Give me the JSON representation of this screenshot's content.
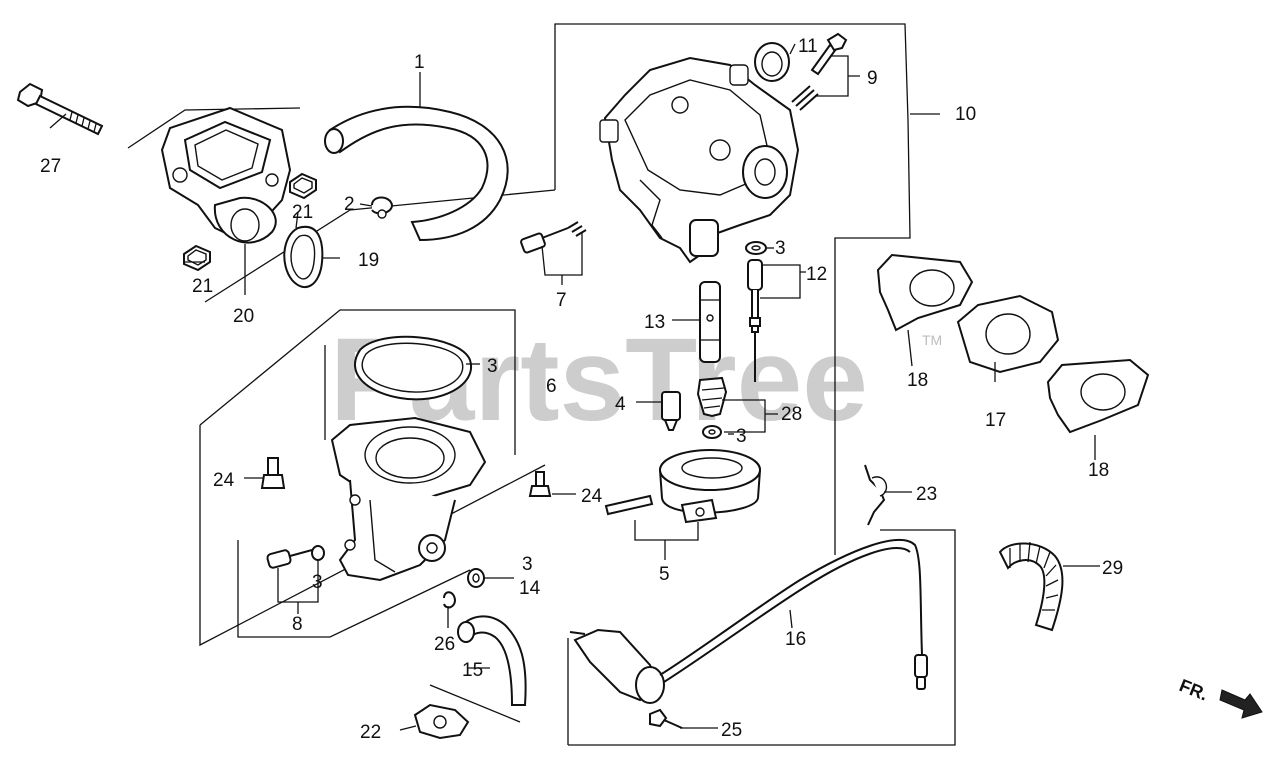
{
  "watermark": {
    "text": "PartsTree",
    "trademark": "TM"
  },
  "direction_marker": {
    "text": "FR."
  },
  "callouts": {
    "c1": "1",
    "c2": "2",
    "c3a": "3",
    "c3b": "3",
    "c3c": "3",
    "c3d": "3",
    "c3e": "3",
    "c4": "4",
    "c5": "5",
    "c6": "6",
    "c7": "7",
    "c8": "8",
    "c9": "9",
    "c10": "10",
    "c11": "11",
    "c12": "12",
    "c13": "13",
    "c14": "14",
    "c15": "15",
    "c16": "16",
    "c17": "17",
    "c18a": "18",
    "c18b": "18",
    "c19": "19",
    "c20": "20",
    "c21a": "21",
    "c21b": "21",
    "c22": "22",
    "c23": "23",
    "c24a": "24",
    "c24b": "24",
    "c25": "25",
    "c26": "26",
    "c27": "27",
    "c28": "28",
    "c29": "29"
  }
}
